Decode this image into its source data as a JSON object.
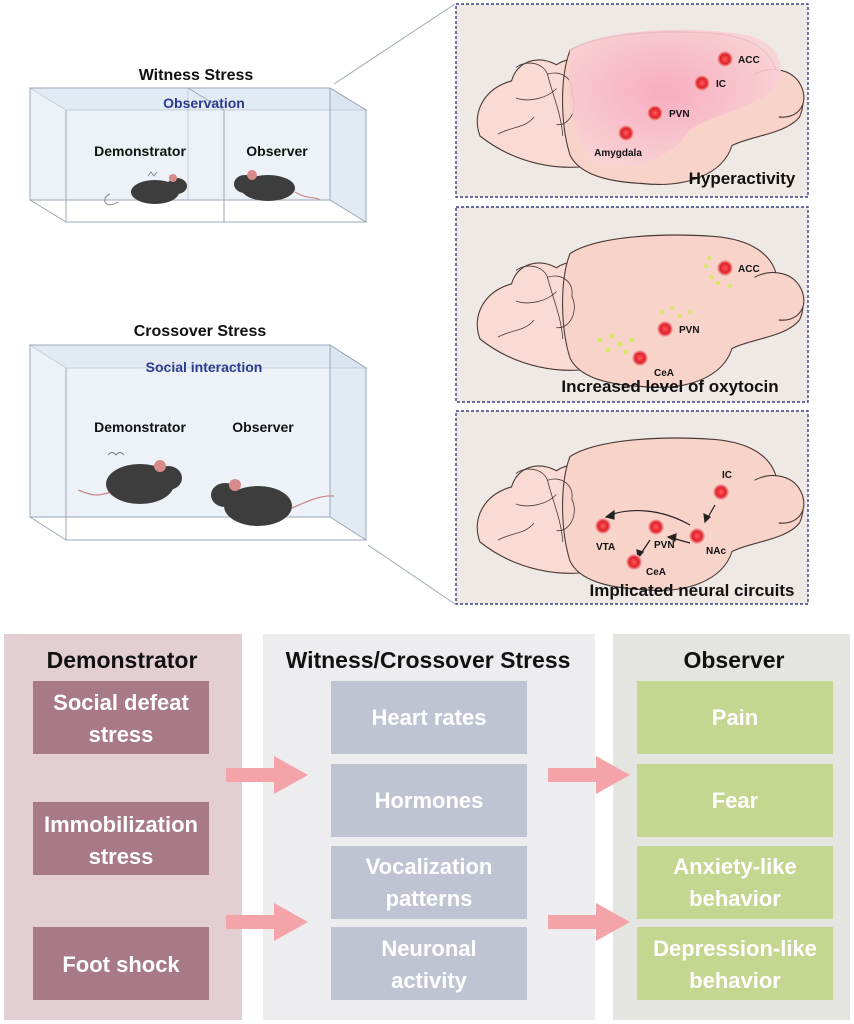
{
  "scenes": {
    "witness": {
      "title": "Witness Stress",
      "subtitle": "Observation",
      "demonstrator": "Demonstrator",
      "observer": "Observer"
    },
    "crossover": {
      "title": "Crossover Stress",
      "subtitle": "Social interaction",
      "demonstrator": "Demonstrator",
      "observer": "Observer"
    }
  },
  "panels": [
    {
      "caption": "Hyperactivity",
      "regions": [
        "ACC",
        "IC",
        "PVN",
        "Amygdala"
      ]
    },
    {
      "caption": "Increased level of oxytocin",
      "regions": [
        "ACC",
        "PVN",
        "CeA"
      ]
    },
    {
      "caption": "Implicated neural circuits",
      "regions": [
        "IC",
        "VTA",
        "PVN",
        "NAc",
        "CeA"
      ]
    }
  ],
  "bottom": {
    "demonstrator": {
      "heading": "Demonstrator",
      "items": [
        [
          "Social defeat",
          "stress"
        ],
        [
          "Immobilization",
          "stress"
        ],
        [
          "Foot shock"
        ]
      ]
    },
    "middle": {
      "heading": "Witness/Crossover Stress",
      "items": [
        [
          "Heart rates"
        ],
        [
          "Hormones"
        ],
        [
          "Vocalization",
          "patterns"
        ],
        [
          "Neuronal",
          "activity"
        ]
      ]
    },
    "observer": {
      "heading": "Observer",
      "items": [
        [
          "Pain"
        ],
        [
          "Fear"
        ],
        [
          "Anxiety-like",
          "behavior"
        ],
        [
          "Depression-like",
          "behavior"
        ]
      ]
    }
  },
  "colors": {
    "demonstrator_bg": "#e3cfd3",
    "demonstrator_box": "#a77a86",
    "middle_bg": "#ededef",
    "middle_box": "#bfc4d3",
    "observer_bg": "#e4e5e0",
    "observer_box": "#c4d690",
    "arrow": "#f4a3a8",
    "panel_bg": "#efe9e6",
    "panel_border": "#3a3f8c",
    "brain": "#f7d3c9",
    "highlight": "#f4a6b8",
    "region_dot": "#e0202a"
  }
}
